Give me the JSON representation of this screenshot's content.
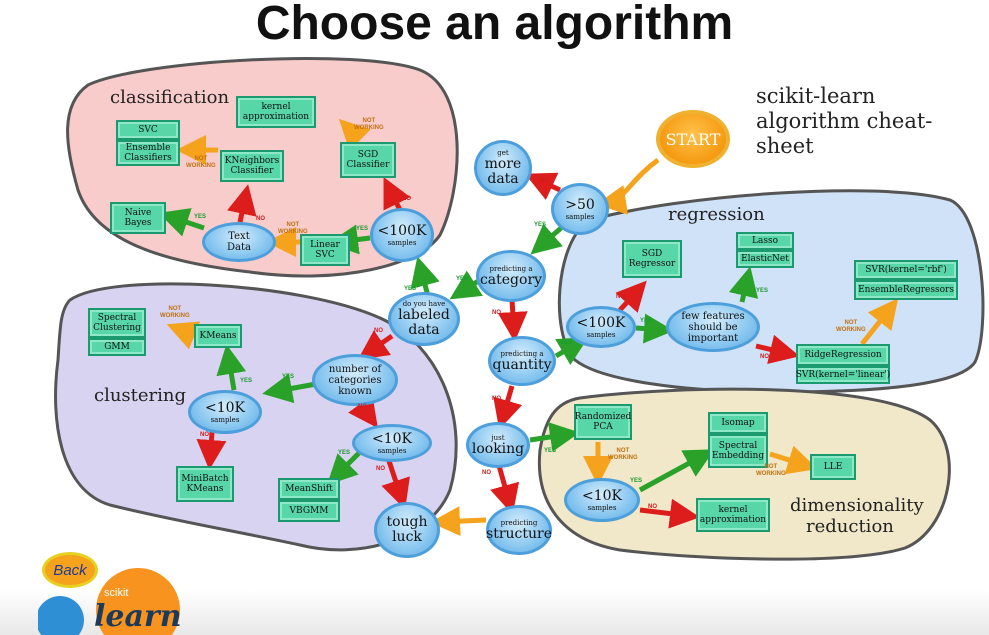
{
  "page": {
    "title": "Choose an algorithm",
    "subtitle_line1": "scikit-learn",
    "subtitle_line2": "algorithm cheat-sheet"
  },
  "regions": {
    "classification": "classification",
    "clustering": "clustering",
    "regression": "regression",
    "dimensionality_1": "dimensionality",
    "dimensionality_2": "reduction"
  },
  "start": "START",
  "decisions": {
    "gt50": {
      "main": ">50",
      "sub": "samples"
    },
    "get_more_data": {
      "pre": "get",
      "main1": "more",
      "main2": "data"
    },
    "predicting_category": {
      "pre": "predicting a",
      "main": "category"
    },
    "labeled_data": {
      "pre": "do you have",
      "main1": "labeled",
      "main2": "data"
    },
    "predicting_quantity": {
      "pre": "predicting a",
      "main": "quantity"
    },
    "just_looking": {
      "pre": "just",
      "main": "looking"
    },
    "predicting_structure": {
      "pre": "predicting",
      "main": "structure"
    },
    "tough_luck": {
      "main1": "tough",
      "main2": "luck"
    },
    "class_lt100k": {
      "main": "<100K",
      "sub": "samples"
    },
    "text_data": {
      "main1": "Text",
      "main2": "Data"
    },
    "num_categories": {
      "l1": "number of",
      "l2": "categories",
      "l3": "known"
    },
    "clust_lt10k_a": {
      "main": "<10K",
      "sub": "samples"
    },
    "clust_lt10k_b": {
      "main": "<10K",
      "sub": "samples"
    },
    "reg_lt100k": {
      "main": "<100K",
      "sub": "samples"
    },
    "few_features": {
      "l1": "few features",
      "l2": "should be",
      "l3": "important"
    },
    "dim_lt10k": {
      "main": "<10K",
      "sub": "samples"
    }
  },
  "estimators": {
    "kernel_approx_top": "kernel approximation",
    "svc": "SVC",
    "ensemble_classifiers": "Ensemble Classifiers",
    "kneighbors": "KNeighbors Classifier",
    "sgd_classifier": "SGD Classifier",
    "naive_bayes": "Naive Bayes",
    "linear_svc": "Linear SVC",
    "spectral_clustering": "Spectral Clustering",
    "gmm": "GMM",
    "kmeans": "KMeans",
    "minibatch_kmeans": "MiniBatch KMeans",
    "meanshift": "MeanShift",
    "vbgmm": "VBGMM",
    "sgd_regressor": "SGD Regressor",
    "lasso": "Lasso",
    "elasticnet": "ElasticNet",
    "svr_rbf": "SVR(kernel='rbf')",
    "ensemble_regressors": "EnsembleRegressors",
    "ridge": "RidgeRegression",
    "svr_linear": "SVR(kernel='linear')",
    "randomized_pca": "Randomized PCA",
    "isomap": "Isomap",
    "spectral_embedding": "Spectral Embedding",
    "lle": "LLE",
    "kernel_approx_dim": "kernel approximation"
  },
  "edge_labels": {
    "yes": "YES",
    "no": "NO",
    "not_working_1": "NOT",
    "not_working_2": "WORKING"
  },
  "footer": {
    "back": "Back",
    "logo_small": "scikit",
    "logo_big": "learn"
  },
  "colors": {
    "classification_region": "#f9cccc",
    "clustering_region": "#d9d3f2",
    "regression_region": "#cfe2f7",
    "dimensionality_region": "#f0e8c8",
    "yes_arrow": "#2aa22a",
    "no_arrow": "#dd1c1c",
    "not_working_arrow": "#f5a31c",
    "decision_node": "#88c6f0",
    "estimator_box": "#57d6a8",
    "start_node": "#f59a12"
  }
}
